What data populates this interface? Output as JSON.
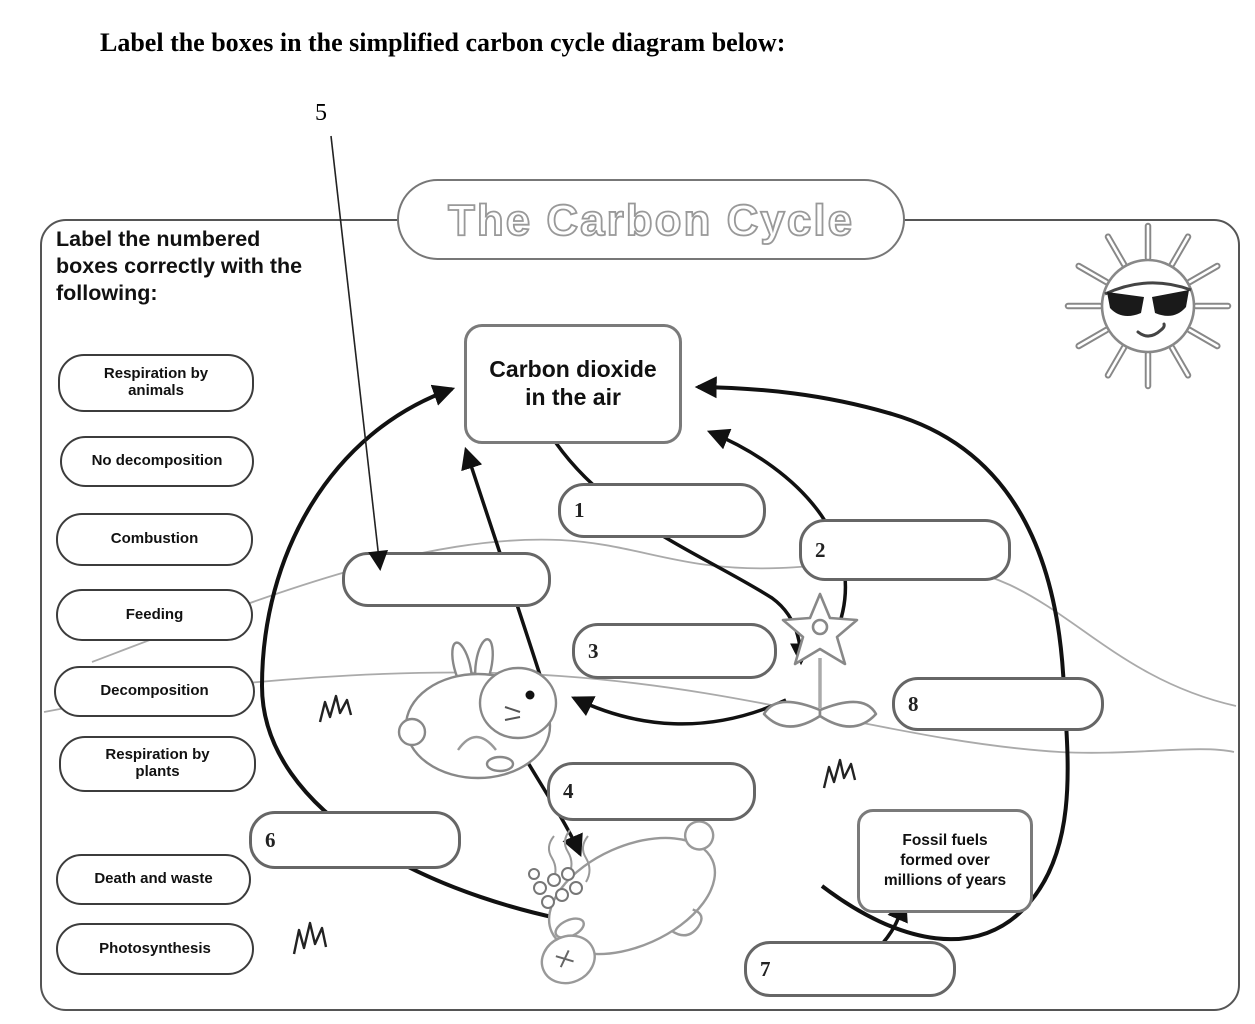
{
  "page": {
    "heading": "Label the boxes in the simplified carbon cycle diagram below:",
    "pointer_label": "5"
  },
  "diagram": {
    "title": "The Carbon Cycle",
    "instructions": "Label the numbered boxes correctly with the following:",
    "options": [
      "Respiration by animals",
      "No decomposition",
      "Combustion",
      "Feeding",
      "Decomposition",
      "Respiration by plants",
      "Death and waste",
      "Photosynthesis"
    ],
    "co2_label": "Carbon dioxide in the air",
    "fossil_label": "Fossil fuels formed over millions of years",
    "box_numbers": [
      "1",
      "2",
      "3",
      "4",
      "6",
      "7",
      "8"
    ],
    "icons": {
      "sun": "sun-with-sunglasses-icon"
    },
    "colors": {
      "ink": "#111111",
      "outline_gray": "#888888",
      "hill_gray": "#aaaaaa"
    }
  }
}
